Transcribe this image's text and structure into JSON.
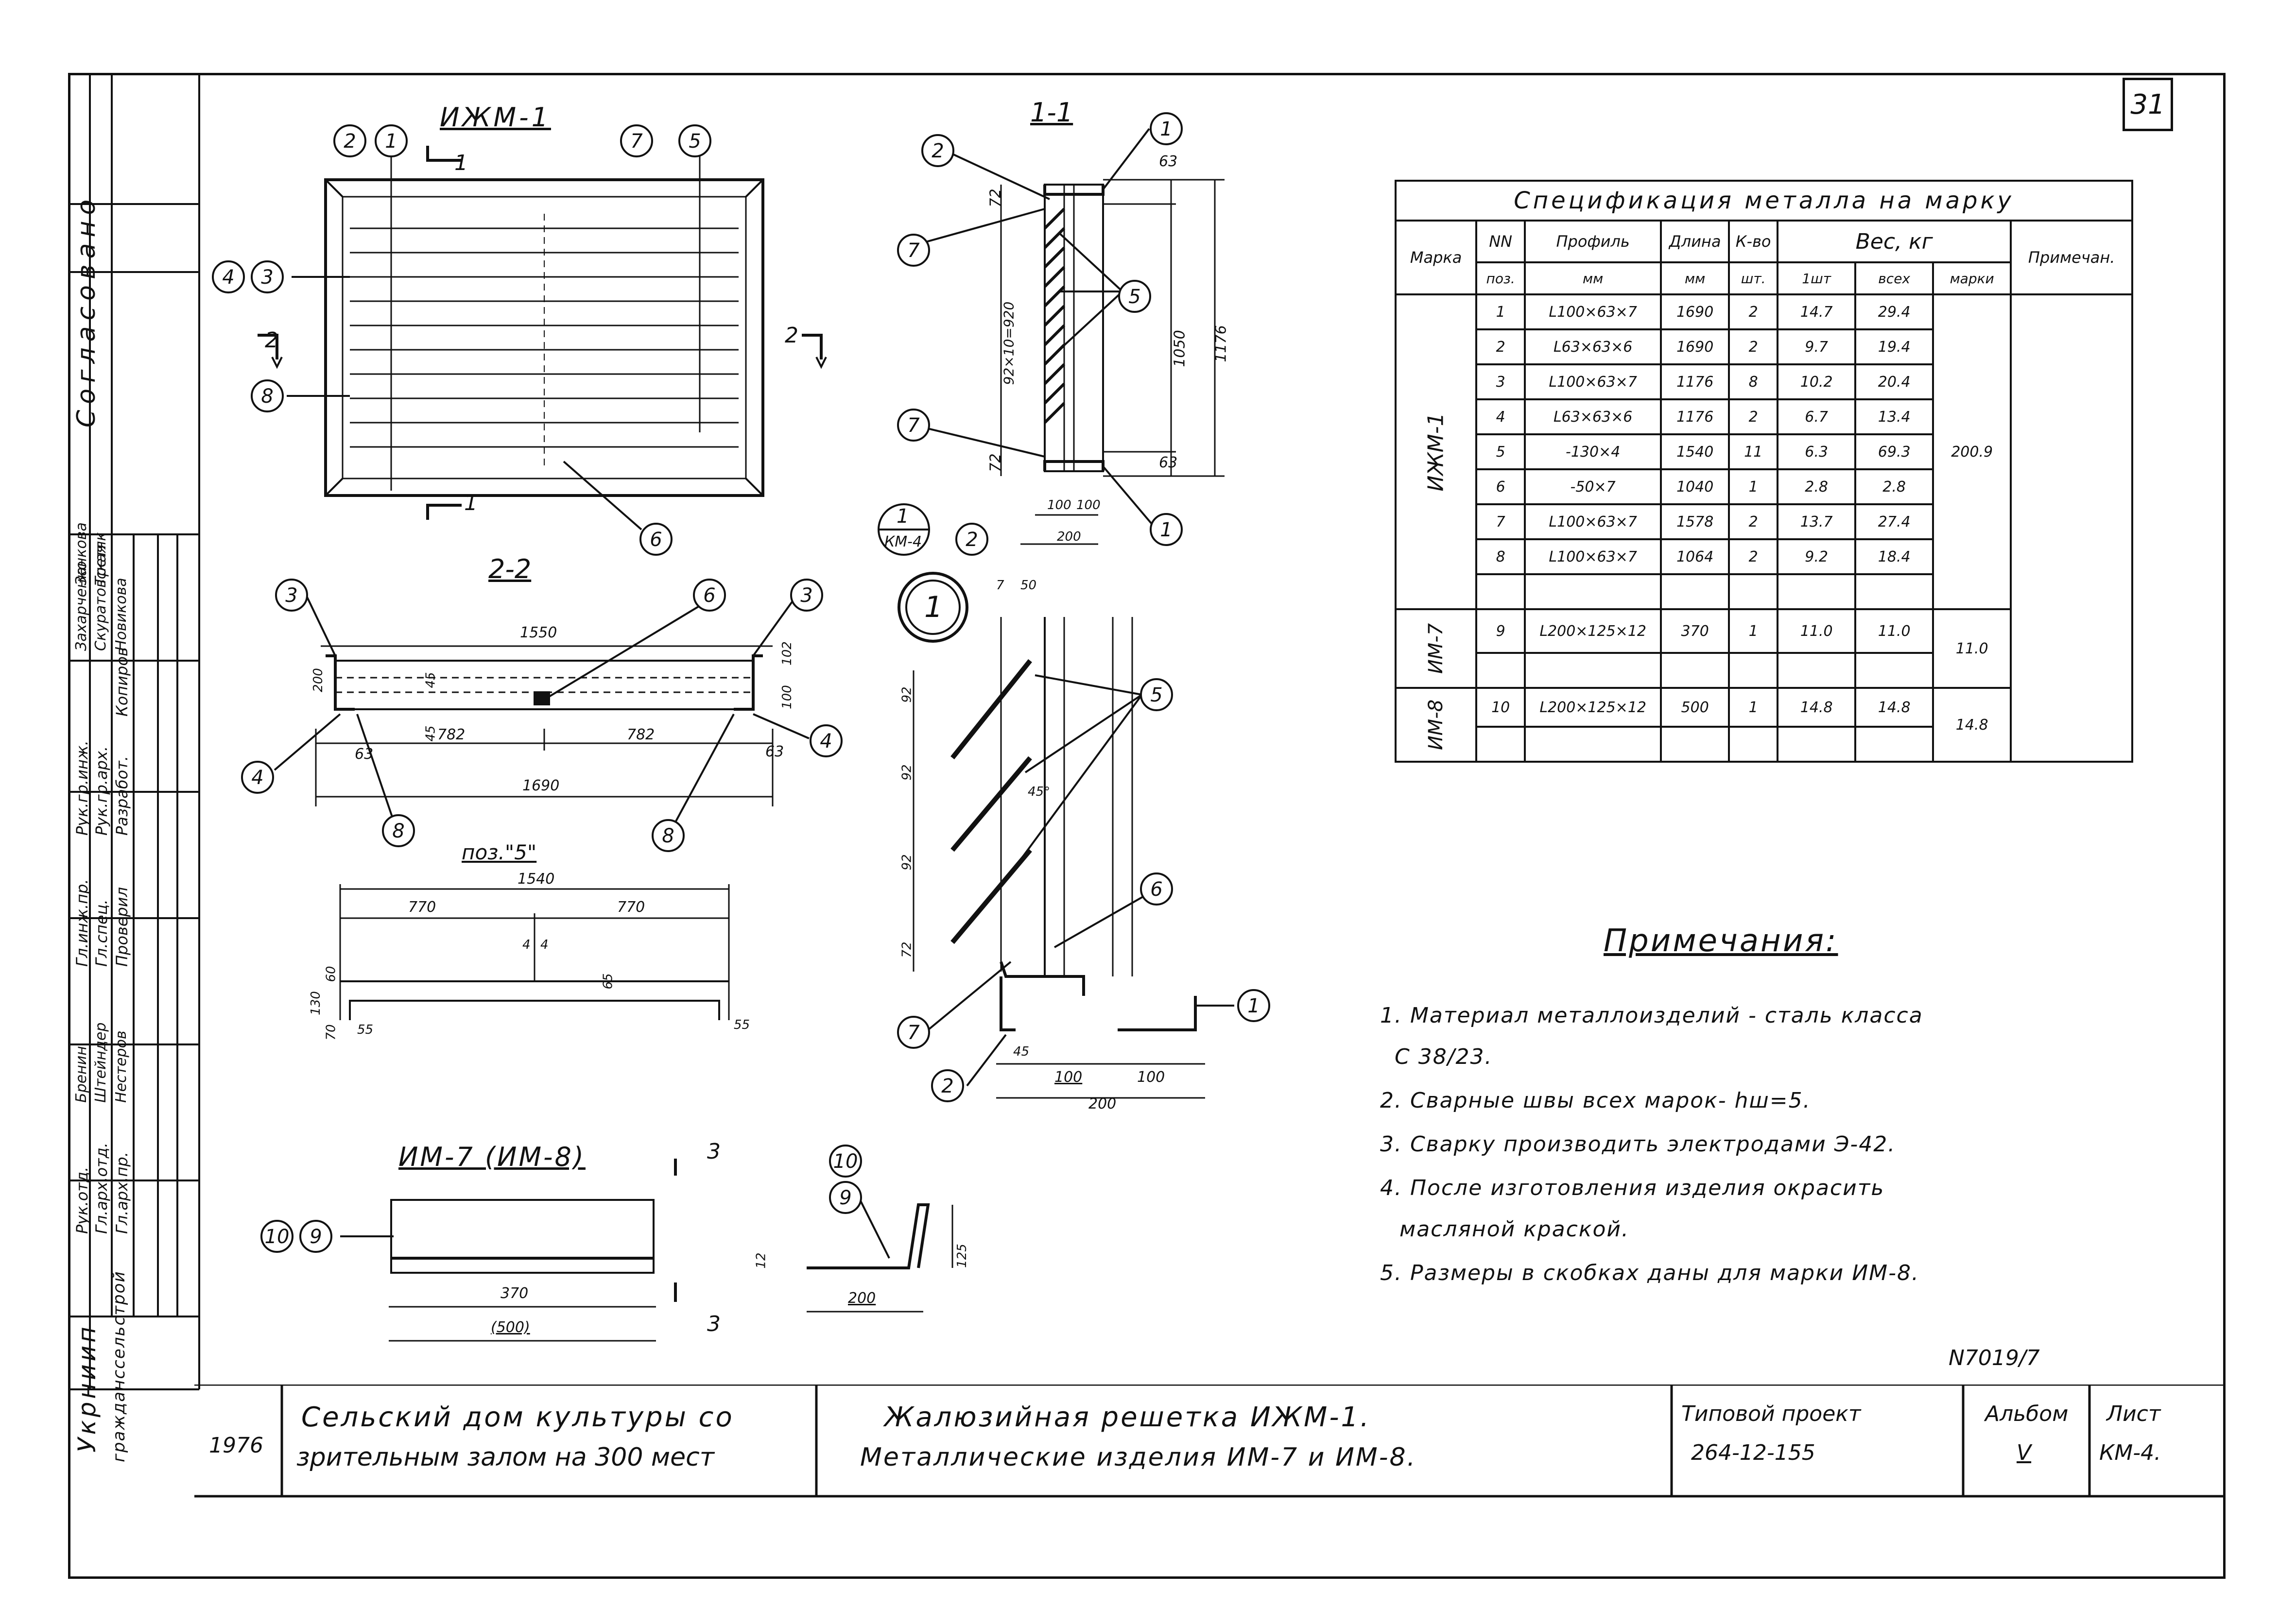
{
  "page_number": "31",
  "left_strip": {
    "approved": "Согласовано",
    "institute": "Укрниип",
    "institute_sub": "гражданссельстрой",
    "roles": [
      "Рук.отд.",
      "Гл.арх.отд.",
      "Гл.арх.пр.",
      "Гл.инж.пр.",
      "Гл.спец.",
      "Рук.гр.инж.",
      "Рук.гр.арх.",
      "Разработ.",
      "Проверил",
      "Копиров"
    ],
    "names": [
      "Захарченко",
      "Скуратовская",
      "Новикова",
      "Занкова",
      "Третяк",
      "Бренин",
      "Штейндер",
      "Нестеров"
    ]
  },
  "drawings": {
    "izhm1": {
      "title": "ИЖМ-1",
      "section_marks": [
        "1",
        "1",
        "2",
        "2"
      ]
    },
    "section_11": {
      "title": "1-1",
      "dims": [
        "63",
        "1050",
        "1176",
        "92×10=920",
        "72",
        "72",
        "63",
        "100",
        "100",
        "200"
      ],
      "callout": "1",
      "callout_ref": "КМ-4"
    },
    "section_22": {
      "title": "2-2",
      "dims": [
        "1550",
        "200",
        "45",
        "45",
        "100",
        "102",
        "63",
        "782",
        "782",
        "63",
        "1690"
      ]
    },
    "pos5": {
      "title": "поз.\"5\"",
      "dims": [
        "1540",
        "770",
        "770",
        "4",
        "4",
        "130",
        "60",
        "70",
        "55",
        "65",
        "55"
      ]
    },
    "detail1": {
      "dims": [
        "7",
        "50",
        "92",
        "92",
        "92",
        "72",
        "45°",
        "45",
        "100",
        "100",
        "200"
      ]
    },
    "im7": {
      "title": "ИМ-7 (ИМ-8)",
      "dims": [
        "370",
        "(500)",
        "12",
        "125",
        "200"
      ],
      "section_mark": "3"
    }
  },
  "spec_table": {
    "caption": "Спецификация металла на марку",
    "headers": {
      "mark": "Марка",
      "pos_top": "NN",
      "pos_bottom": "поз.",
      "profile_top": "Профиль",
      "profile_bottom": "мм",
      "length_top": "Длина",
      "length_bottom": "мм",
      "qty_top": "К-во",
      "qty_bottom": "шт.",
      "weight": "Вес, кг",
      "w_one": "1шт",
      "w_all": "всех",
      "w_mark": "марки",
      "note": "Примечан."
    },
    "groups": [
      {
        "mark": "ИЖМ-1",
        "mark_weight": "200.9",
        "rows": [
          {
            "pos": "1",
            "profile": "L100×63×7",
            "length": "1690",
            "qty": "2",
            "one": "14.7",
            "all": "29.4"
          },
          {
            "pos": "2",
            "profile": "L63×63×6",
            "length": "1690",
            "qty": "2",
            "one": "9.7",
            "all": "19.4"
          },
          {
            "pos": "3",
            "profile": "L100×63×7",
            "length": "1176",
            "qty": "8",
            "one": "10.2",
            "all": "20.4"
          },
          {
            "pos": "4",
            "profile": "L63×63×6",
            "length": "1176",
            "qty": "2",
            "one": "6.7",
            "all": "13.4"
          },
          {
            "pos": "5",
            "profile": "-130×4",
            "length": "1540",
            "qty": "11",
            "one": "6.3",
            "all": "69.3"
          },
          {
            "pos": "6",
            "profile": "-50×7",
            "length": "1040",
            "qty": "1",
            "one": "2.8",
            "all": "2.8"
          },
          {
            "pos": "7",
            "profile": "L100×63×7",
            "length": "1578",
            "qty": "2",
            "one": "13.7",
            "all": "27.4"
          },
          {
            "pos": "8",
            "profile": "L100×63×7",
            "length": "1064",
            "qty": "2",
            "one": "9.2",
            "all": "18.4"
          }
        ]
      },
      {
        "mark": "ИМ-7",
        "mark_weight": "11.0",
        "rows": [
          {
            "pos": "9",
            "profile": "L200×125×12",
            "length": "370",
            "qty": "1",
            "one": "11.0",
            "all": "11.0"
          }
        ]
      },
      {
        "mark": "ИМ-8",
        "mark_weight": "14.8",
        "rows": [
          {
            "pos": "10",
            "profile": "L200×125×12",
            "length": "500",
            "qty": "1",
            "one": "14.8",
            "all": "14.8"
          }
        ]
      }
    ]
  },
  "notes": {
    "title": "Примечания:",
    "items": [
      "1. Материал металлоизделий - сталь класса",
      "С 38/23.",
      "2. Сварные швы всех марок- hш=5.",
      "3. Сварку производить электродами Э-42.",
      "4. После изготовления изделия окрасить",
      "масляной краской.",
      "5. Размеры в скобках даны для марки ИМ-8."
    ]
  },
  "inventory_number": "N7019/7",
  "title_block": {
    "year": "1976",
    "object_line1": "Сельский дом культуры со",
    "object_line2": "зрительным залом на 300 мест",
    "drawing_line1": "Жалюзийная решетка ИЖМ-1.",
    "drawing_line2": "Металлические изделия ИМ-7 и ИМ-8.",
    "project_label": "Типовой проект",
    "project_number": "264-12-155",
    "album_label": "Альбом",
    "album_value": "V",
    "sheet_label": "Лист",
    "sheet_value": "КМ-4."
  }
}
